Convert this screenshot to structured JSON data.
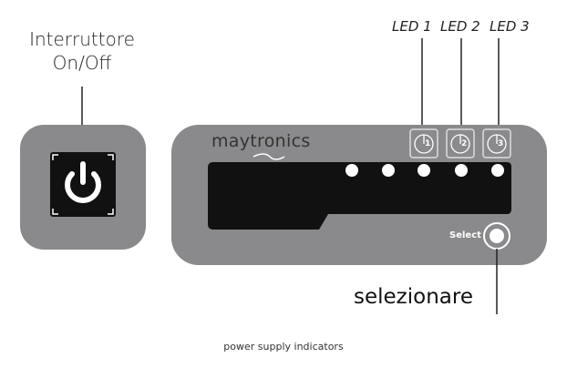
{
  "labels": {
    "switch_line1": "Interruttore",
    "switch_line2": "On/Off",
    "leds": [
      "LED 1",
      "LED 2",
      "LED 3"
    ],
    "select_callout": "selezionare",
    "caption": "power supply indicators"
  },
  "panel": {
    "brand": "maytronics",
    "select_button": "Select",
    "led_box_numbers": [
      "1",
      "2",
      "3"
    ],
    "indicator_count": 5
  },
  "colors": {
    "panel_gray": "#8a8a8c",
    "display_black": "#111111",
    "indicator_white": "#ffffff"
  }
}
